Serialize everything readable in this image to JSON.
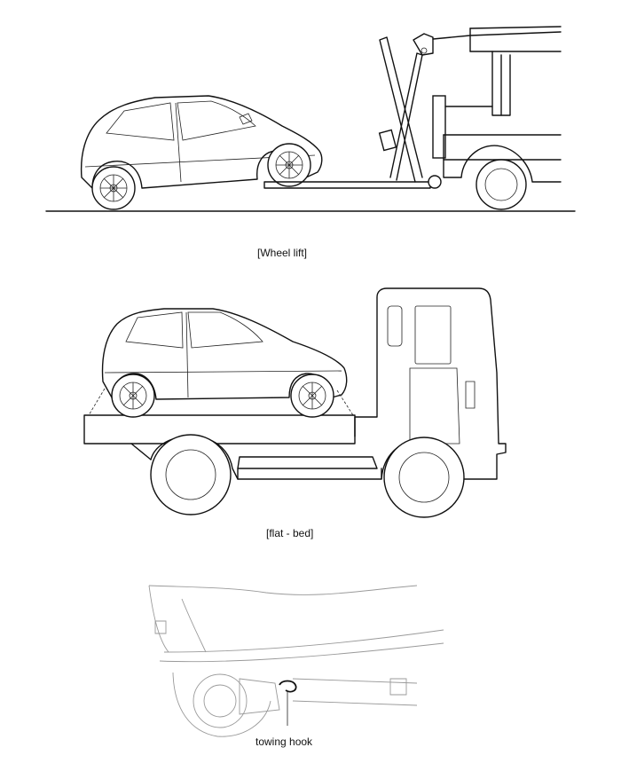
{
  "figures": [
    {
      "id": "wheel-lift",
      "caption": "[Wheel lift]"
    },
    {
      "id": "flat-bed",
      "caption": "[flat - bed]"
    },
    {
      "id": "towing-hook",
      "label": "towing hook"
    }
  ]
}
